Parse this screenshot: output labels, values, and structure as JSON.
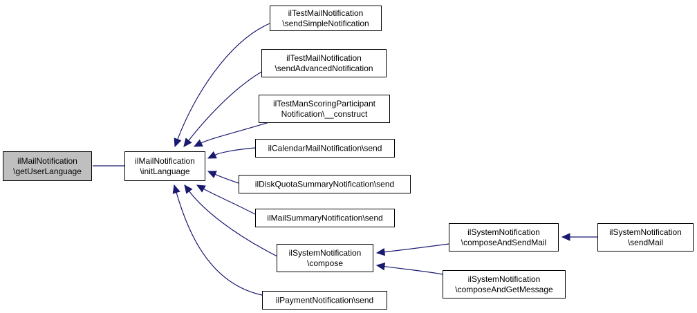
{
  "graph": {
    "node_fill": "#ffffff",
    "highlight_fill": "#bfbfbf",
    "edge_color": "#191970",
    "nodes": [
      {
        "id": "getUserLanguage",
        "name": "node-getuserlanguage",
        "lines": [
          "ilMailNotification",
          "\\getUserLanguage"
        ],
        "highlight": true
      },
      {
        "id": "initLanguage",
        "name": "node-initlanguage",
        "lines": [
          "ilMailNotification",
          "\\initLanguage"
        ]
      },
      {
        "id": "sendSimple",
        "name": "node-sendsimplenotification",
        "lines": [
          "ilTestMailNotification",
          "\\sendSimpleNotification"
        ]
      },
      {
        "id": "sendAdvanced",
        "name": "node-sendadvancednotification",
        "lines": [
          "ilTestMailNotification",
          "\\sendAdvancedNotification"
        ]
      },
      {
        "id": "scoringConstruct",
        "name": "node-scoring-construct",
        "lines": [
          "ilTestManScoringParticipant",
          "Notification\\__construct"
        ]
      },
      {
        "id": "calendarSend",
        "name": "node-calendar-send",
        "lines": [
          "ilCalendarMailNotification\\send"
        ]
      },
      {
        "id": "diskQuotaSend",
        "name": "node-diskquota-send",
        "lines": [
          "ilDiskQuotaSummaryNotification\\send"
        ]
      },
      {
        "id": "mailSummarySend",
        "name": "node-mailsummary-send",
        "lines": [
          "ilMailSummaryNotification\\send"
        ]
      },
      {
        "id": "compose",
        "name": "node-compose",
        "lines": [
          "ilSystemNotification",
          "\\compose"
        ]
      },
      {
        "id": "paymentSend",
        "name": "node-payment-send",
        "lines": [
          "ilPaymentNotification\\send"
        ]
      },
      {
        "id": "composeAndSendMail",
        "name": "node-composeandsendmail",
        "lines": [
          "ilSystemNotification",
          "\\composeAndSendMail"
        ]
      },
      {
        "id": "composeAndGetMessage",
        "name": "node-composeandgetmessage",
        "lines": [
          "ilSystemNotification",
          "\\composeAndGetMessage"
        ]
      },
      {
        "id": "sendMail",
        "name": "node-sendmail",
        "lines": [
          "ilSystemNotification",
          "\\sendMail"
        ]
      }
    ],
    "edges": [
      {
        "from": "initLanguage",
        "to": "getUserLanguage"
      },
      {
        "from": "sendSimple",
        "to": "initLanguage"
      },
      {
        "from": "sendAdvanced",
        "to": "initLanguage"
      },
      {
        "from": "scoringConstruct",
        "to": "initLanguage"
      },
      {
        "from": "calendarSend",
        "to": "initLanguage"
      },
      {
        "from": "diskQuotaSend",
        "to": "initLanguage"
      },
      {
        "from": "mailSummarySend",
        "to": "initLanguage"
      },
      {
        "from": "compose",
        "to": "initLanguage"
      },
      {
        "from": "paymentSend",
        "to": "initLanguage"
      },
      {
        "from": "composeAndSendMail",
        "to": "compose"
      },
      {
        "from": "composeAndGetMessage",
        "to": "compose"
      },
      {
        "from": "sendMail",
        "to": "composeAndSendMail"
      }
    ]
  }
}
